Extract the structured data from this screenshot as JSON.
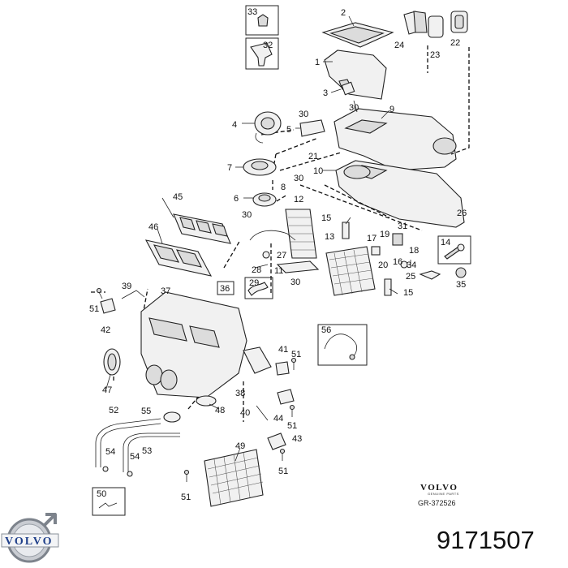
{
  "callouts": [
    "33",
    "32",
    "2",
    "24",
    "22",
    "1",
    "23",
    "3",
    "30",
    "9",
    "4",
    "5",
    "30",
    "21",
    "7",
    "30",
    "8",
    "10",
    "6",
    "30",
    "12",
    "45",
    "15",
    "31",
    "19",
    "26",
    "46",
    "17",
    "18",
    "14",
    "13",
    "27",
    "16",
    "34",
    "20",
    "28",
    "11",
    "25",
    "35",
    "36",
    "29",
    "30",
    "15",
    "39",
    "37",
    "51",
    "42",
    "56",
    "41",
    "51",
    "47",
    "38",
    "52",
    "55",
    "40",
    "44",
    "48",
    "51",
    "53",
    "43",
    "54",
    "54",
    "49",
    "51",
    "50",
    "51"
  ],
  "brand": {
    "name": "VOLVO",
    "tagline": "GENUINE PARTS",
    "ref": "GR-372526"
  },
  "logo": {
    "icon": "volvo-iron-mark-icon",
    "word": "VOLVO",
    "color": "#1f3f8a"
  },
  "part_number": "9171507"
}
